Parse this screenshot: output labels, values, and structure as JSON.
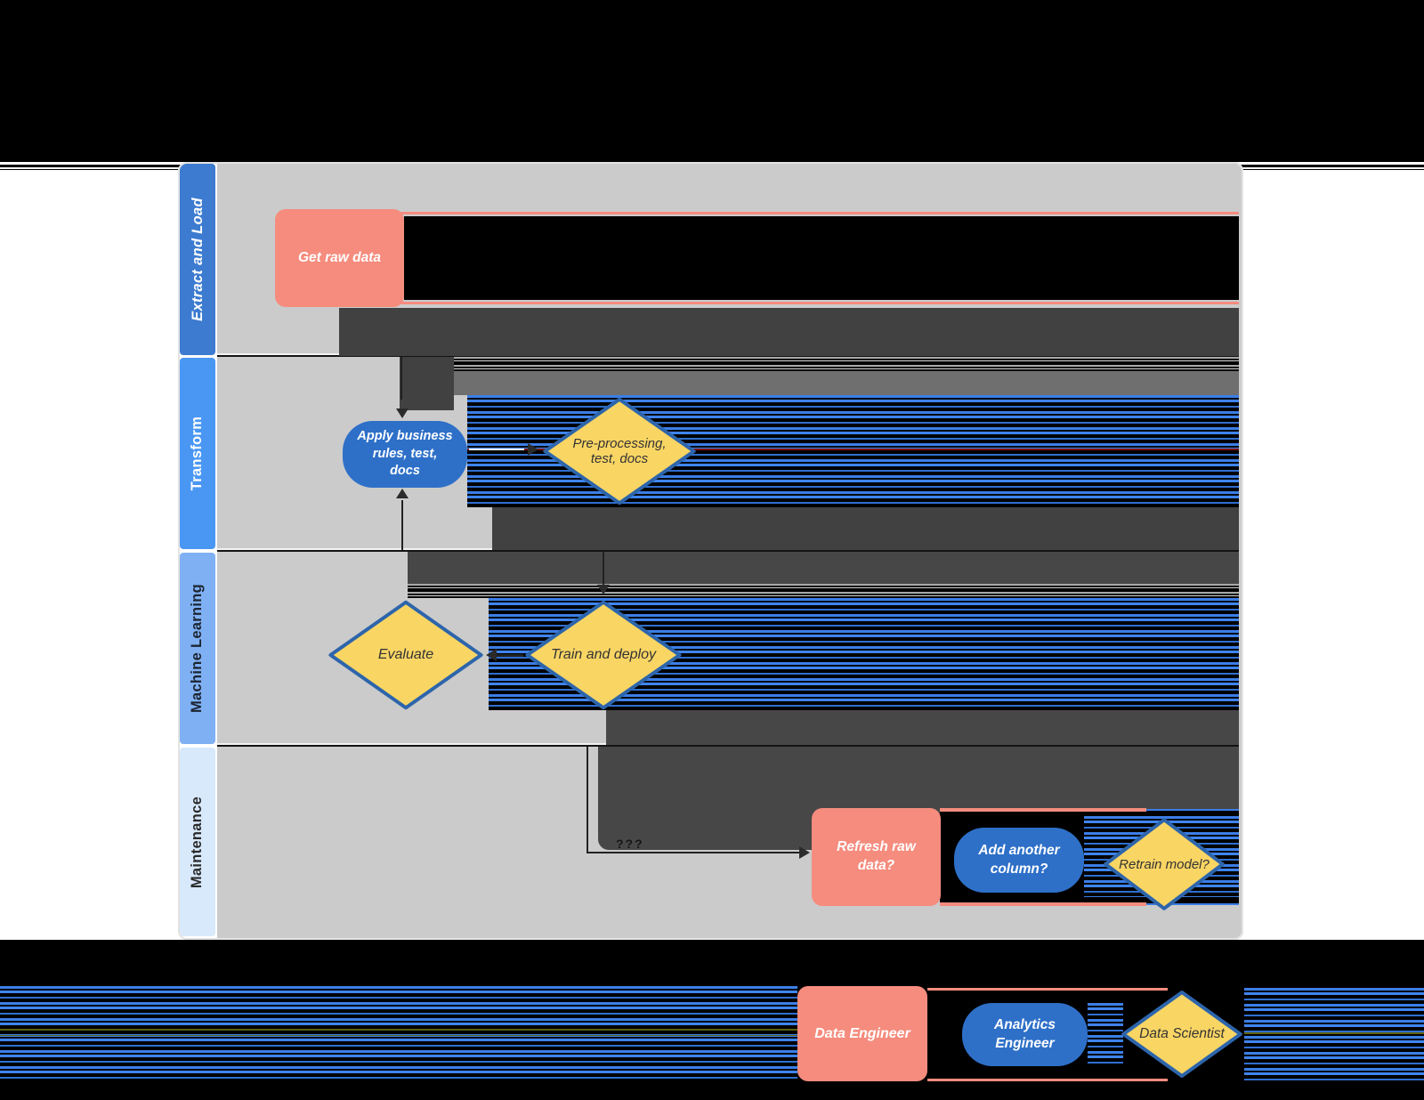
{
  "diagram": {
    "lanes": [
      {
        "label": "Extract and Load",
        "color": "#3c7bd0",
        "text_color": "#ffffff"
      },
      {
        "label": "Transform",
        "color": "#4a97f3",
        "text_color": "#ffffff"
      },
      {
        "label": "Machine Learning",
        "color": "#7fb0f4",
        "text_color": "#1c2430"
      },
      {
        "label": "Maintenance",
        "color": "#d8e9fb",
        "text_color": "#2a2a2a"
      }
    ],
    "nodes": {
      "get_raw": {
        "label": "Get raw data",
        "shape": "rounded-rect",
        "color": "#f58c7e"
      },
      "apply_rules": {
        "label": "Apply business\nrules, test,\ndocs",
        "shape": "stadium",
        "color": "#2e70c8"
      },
      "pre_processing": {
        "label": "Pre-processing,\ntest, docs",
        "shape": "diamond",
        "color": "#f9d564"
      },
      "evaluate": {
        "label": "Evaluate",
        "shape": "diamond",
        "color": "#f9d564"
      },
      "train_deploy": {
        "label": "Train and deploy",
        "shape": "diamond",
        "color": "#f9d564"
      },
      "refresh_raw": {
        "label": "Refresh raw\ndata?",
        "shape": "rounded-rect",
        "color": "#f58c7e"
      },
      "add_column": {
        "label": "Add another\ncolumn?",
        "shape": "stadium",
        "color": "#2e70c8"
      },
      "retrain": {
        "label": "Retrain model?",
        "shape": "diamond",
        "color": "#f9d564"
      }
    },
    "edge_label": "???"
  },
  "legend": {
    "items": [
      {
        "label": "Data Engineer",
        "shape": "rounded-rect",
        "color": "#f58c7e"
      },
      {
        "label": "Analytics\nEngineer",
        "shape": "stadium",
        "color": "#2e70c8"
      },
      {
        "label": "Data Scientist",
        "shape": "diamond",
        "color": "#f9d564"
      }
    ]
  },
  "colors": {
    "page_background": "#ffffff",
    "band_black": "#000000",
    "lane_content": "#cbcbcb",
    "glitch_dark": "#414141",
    "glitch_medium": "#6f6f6f",
    "stripe_blue": "#3b7ee6",
    "diamond_border": "#2d65ab",
    "diamond_fill": "#f9d564",
    "salmon": "#f58c7e",
    "blue_node": "#2e70c8"
  }
}
